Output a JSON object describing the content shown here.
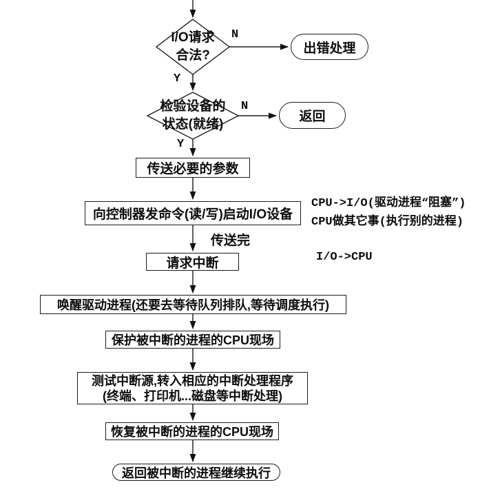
{
  "colors": {
    "background": "#ffffff",
    "ink": "#111111"
  },
  "flowchart": {
    "decision_io_legal": {
      "line1": "I/O请求",
      "line2": "合法?"
    },
    "terminal_error": "出错处理",
    "decision_device_status": {
      "line1": "检验设备的",
      "line2": "状态(就绪)"
    },
    "terminal_return": "返回",
    "process_transfer_params": "传送必要的参数",
    "process_issue_command": "向控制器发命令(读/写)启动I/O设备",
    "process_request_interrupt": "请求中断",
    "process_wake_driver": "唤醒驱动进程(还要去等待队列排队,等待调度执行)",
    "process_save_cpu_context": "保护被中断的进程的CPU现场",
    "process_test_interrupt": {
      "line1": "测试中断源,转入相应的中断处理程序",
      "line2": "(终端、打印机...磁盘等中断处理)"
    },
    "process_restore_cpu_context": "恢复被中断的进程的CPU现场",
    "terminal_resume": "返回被中断的进程继续执行"
  },
  "edge_labels": {
    "n1": "N",
    "y1": "Y",
    "n2": "N",
    "y2": "Y",
    "transfer_done": "传送完"
  },
  "annotations": {
    "cpu_to_io": "CPU->I/O(驱动进程“阻塞”)",
    "cpu_other_work": "CPU做其它事(执行别的进程)",
    "io_to_cpu": "I/O->CPU"
  }
}
